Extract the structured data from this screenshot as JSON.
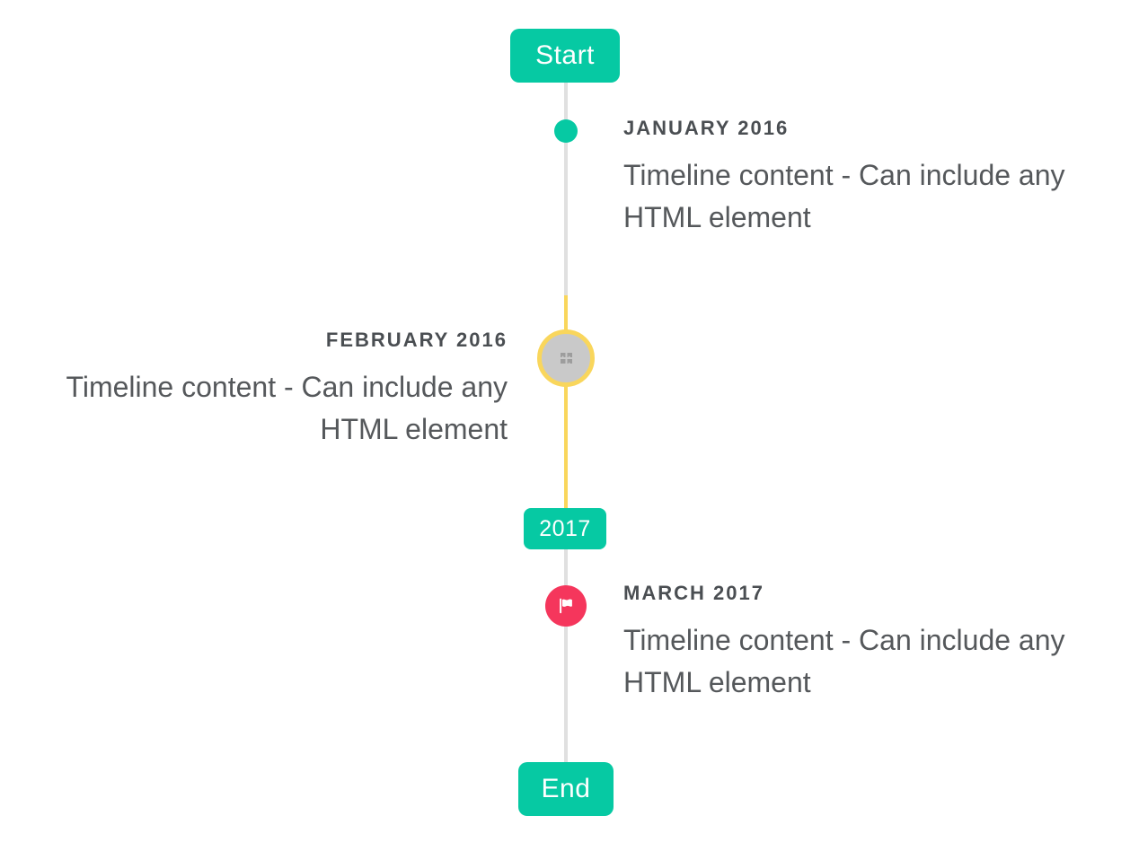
{
  "timeline": {
    "start_button": "Start",
    "end_button": "End",
    "year_badge": "2017",
    "items": [
      {
        "title": "JANUARY 2016",
        "content": "Timeline content - Can include any HTML element",
        "side": "right",
        "marker": "teal-dot"
      },
      {
        "title": "FEBRUARY 2016",
        "content": "Timeline content - Can include any HTML element",
        "side": "left",
        "marker": "highlighted-image-circle"
      },
      {
        "title": "MARCH 2017",
        "content": "Timeline content - Can include any HTML element",
        "side": "right",
        "marker": "red-flag-circle"
      }
    ],
    "colors": {
      "accent_teal": "#06c9a3",
      "highlight_yellow": "#f9d65c",
      "flag_red": "#f5365c",
      "line_gray": "#e0e0e0",
      "marker_fill_gray": "#c9c9c9",
      "title_text": "#4a4e52",
      "content_text": "#55585b"
    }
  }
}
